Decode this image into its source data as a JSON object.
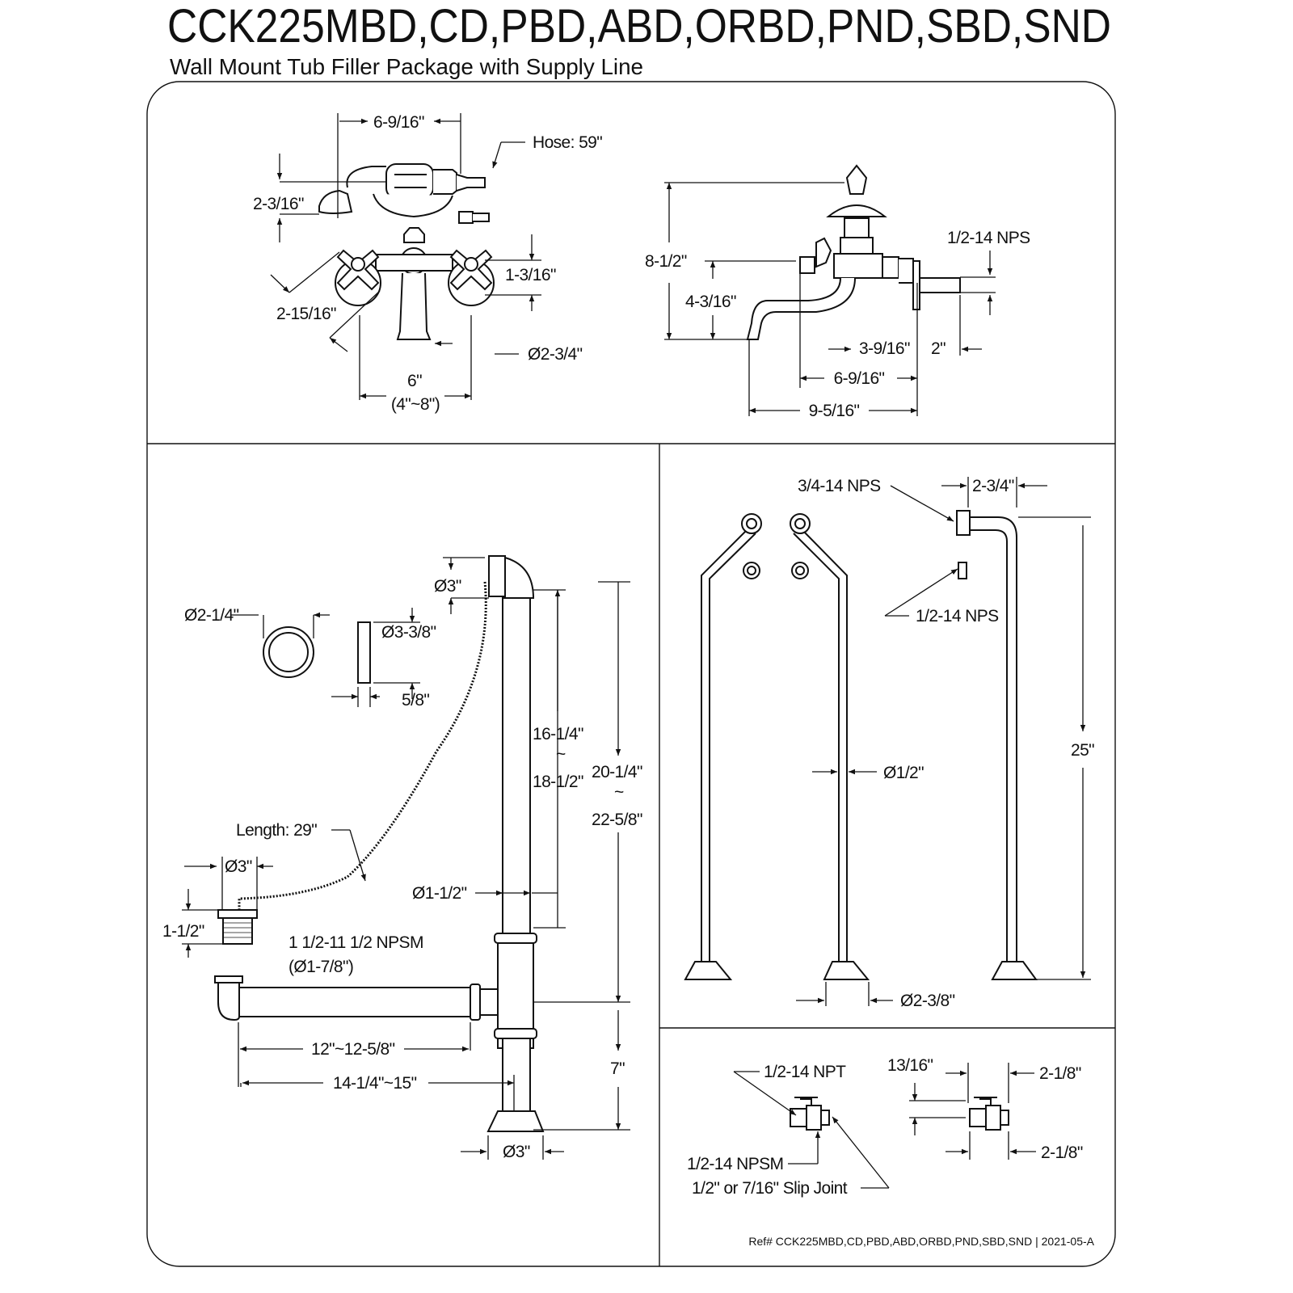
{
  "header": {
    "title": "CCK225MBD,CD,PBD,ABD,ORBD,PND,SBD,SND",
    "subtitle": "Wall Mount Tub Filler Package with Supply Line"
  },
  "faucet_front": {
    "width": "6-9/16\"",
    "hose": "Hose: 59\"",
    "shower_height": "2-3/16\"",
    "handle_offset": "1-3/16\"",
    "handle_span": "2-15/16\"",
    "escutcheon_dia": "Ø2-3/4\"",
    "centers": "6\"",
    "centers_range": "(4\"~8\")"
  },
  "faucet_side": {
    "height": "8-1/2\"",
    "inlet_thread": "1/2-14 NPS",
    "spout_height": "4-3/16\"",
    "inlet_depth": "3-9/16\"",
    "inlet_len": "2\"",
    "body_depth": "6-9/16\"",
    "spout_reach": "9-5/16\""
  },
  "drain": {
    "overflow_dia": "Ø3\"",
    "ring_dia": "Ø2-1/4\"",
    "gasket_dia": "Ø3-3/8\"",
    "gasket_thick": "5/8\"",
    "inner_min": "16-1/4\"",
    "tilde1": "~",
    "inner_max": "18-1/2\"",
    "outer_min": "20-1/4\"",
    "tilde2": "~",
    "outer_max": "22-5/8\"",
    "chain": "Length: 29\"",
    "stopper_dia": "Ø3\"",
    "pipe_dia": "Ø1-1/2\"",
    "strainer_h": "1-1/2\"",
    "thread": "1 1/2-11 1/2 NPSM",
    "thread_dia": "(Ø1-7/8\")",
    "shoe_len": "12\"~12-5/8\"",
    "shoe_total": "14-1/4\"~15\"",
    "tee_height": "7\"",
    "flange_dia": "Ø3\""
  },
  "supply": {
    "top_thread": "3/4-14 NPS",
    "offset": "2-3/4\"",
    "nut_thread": "1/2-14 NPS",
    "tube_dia": "Ø1/2\"",
    "height": "25\"",
    "base_dia": "Ø2-3/8\""
  },
  "stops": {
    "npt": "1/2-14 NPT",
    "height": "13/16\"",
    "top_len": "2-1/8\"",
    "bottom_len": "2-1/8\"",
    "npsm": "1/2-14 NPSM",
    "slip": "1/2\" or 7/16\" Slip Joint"
  },
  "footer": {
    "ref": "Ref# CCK225MBD,CD,PBD,ABD,ORBD,PND,SBD,SND | 2021-05-A"
  }
}
